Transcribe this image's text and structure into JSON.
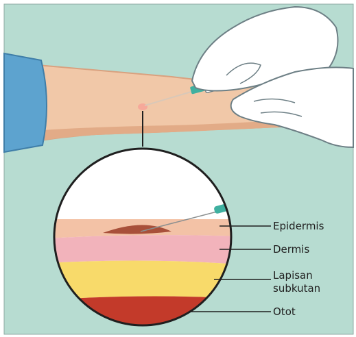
{
  "labels": {
    "epidermis": "Epidermis",
    "dermis": "Dermis",
    "subkutan_line1": "Lapisan",
    "subkutan_line2": "subkutan",
    "otot": "Otot"
  },
  "colors": {
    "background": "#b7dcd1",
    "skin": "#f1c8a8",
    "skin_shadow": "#e2ab87",
    "sleeve": "#5da3cf",
    "glove": "#ffffff",
    "glove_outline": "#6d7f85",
    "syringe_tip": "#3fb0a0",
    "epidermis": "#f3c2a6",
    "dermis": "#f2b3bb",
    "subcutaneous": "#f8da6a",
    "muscle": "#c33a2a",
    "bleb": "#a8503a"
  },
  "icons": {
    "arm": "forearm-illustration",
    "gloves": "gloved-hands-illustration",
    "syringe": "syringe-icon",
    "magnifier": "magnified-skin-cross-section"
  }
}
